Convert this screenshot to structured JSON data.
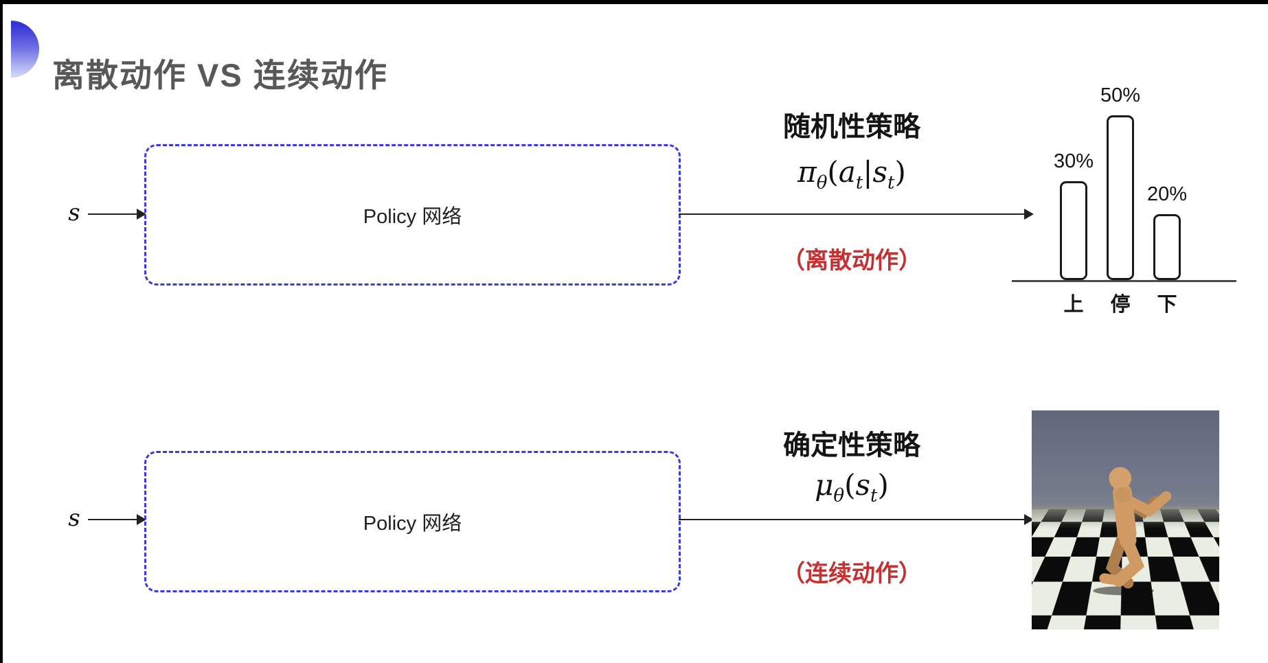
{
  "colors": {
    "background": "#ffffff",
    "frame": "#000000",
    "title_text": "#58585a",
    "bullet_gradient_top": "#3434d8",
    "bullet_gradient_bottom": "#cdd1f7",
    "box_border_blue": "#3c3cd9",
    "text_black": "#1a1a1a",
    "action_red": "#c53030"
  },
  "title": "离散动作 VS 连续动作",
  "top_flow": {
    "input_label": "s",
    "box_label": "Policy 网络",
    "policy_type": "随机性策略",
    "formula_tokens": [
      {
        "t": "π"
      },
      {
        "t": "θ",
        "sub": true
      },
      {
        "t": "(",
        "up": true
      },
      {
        "t": "a"
      },
      {
        "t": "t",
        "sub": true
      },
      {
        "t": "|",
        "up": true
      },
      {
        "t": "s"
      },
      {
        "t": "t",
        "sub": true
      },
      {
        "t": ")",
        "up": true
      }
    ],
    "action_note": "（离散动作）"
  },
  "bottom_flow": {
    "input_label": "s",
    "box_label": "Policy 网络",
    "policy_type": "确定性策略",
    "formula_tokens": [
      {
        "t": "μ"
      },
      {
        "t": "θ",
        "sub": true
      },
      {
        "t": "(",
        "up": true
      },
      {
        "t": "s"
      },
      {
        "t": "t",
        "sub": true
      },
      {
        "t": ")",
        "up": true
      }
    ],
    "action_note": "（连续动作）"
  },
  "chart_data": {
    "type": "bar",
    "categories": [
      "上",
      "停",
      "下"
    ],
    "values": [
      30,
      50,
      20
    ],
    "value_labels": [
      "30%",
      "50%",
      "20%"
    ],
    "title": "",
    "xlabel": "",
    "ylabel": "",
    "ylim": [
      0,
      55
    ],
    "grid": false,
    "legend": "none",
    "bar_fill": "#ffffff",
    "bar_stroke": "#1a1a1a"
  },
  "robot_image": {
    "description": "humanoid robot simulation render on checkerboard floor",
    "sky_top": "#61677a",
    "sky_bottom": "#82868f",
    "floor_light": "#e8eee2",
    "floor_dark": "#0b0b0b",
    "body_color": "#d09a64"
  }
}
